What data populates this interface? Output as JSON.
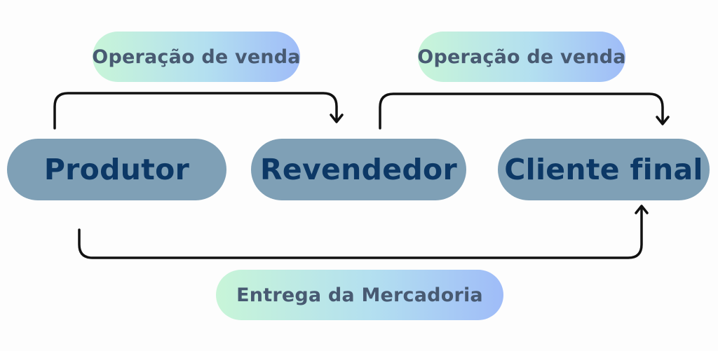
{
  "labels": {
    "sale_left": "Operação de venda",
    "sale_right": "Operação de venda",
    "delivery": "Entrega da Mercadoria"
  },
  "nodes": {
    "producer": "Produtor",
    "reseller": "Revendedor",
    "end_customer": "Cliente final"
  },
  "colors": {
    "node_fill": "#7fa0b6",
    "node_text": "#0c3866",
    "label_gradient_start": "#c8f5d8",
    "label_gradient_end": "#9fbcf8",
    "label_text": "#485a72",
    "arrow": "#111111"
  }
}
